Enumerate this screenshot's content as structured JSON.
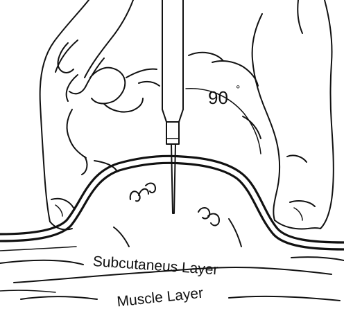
{
  "labels": {
    "angle": "90",
    "degree_mark": "°",
    "subcutaneous": "Subcutaneus Layer",
    "muscle": "Muscle Layer"
  },
  "colors": {
    "ink": "#111111",
    "background": "#ffffff"
  }
}
